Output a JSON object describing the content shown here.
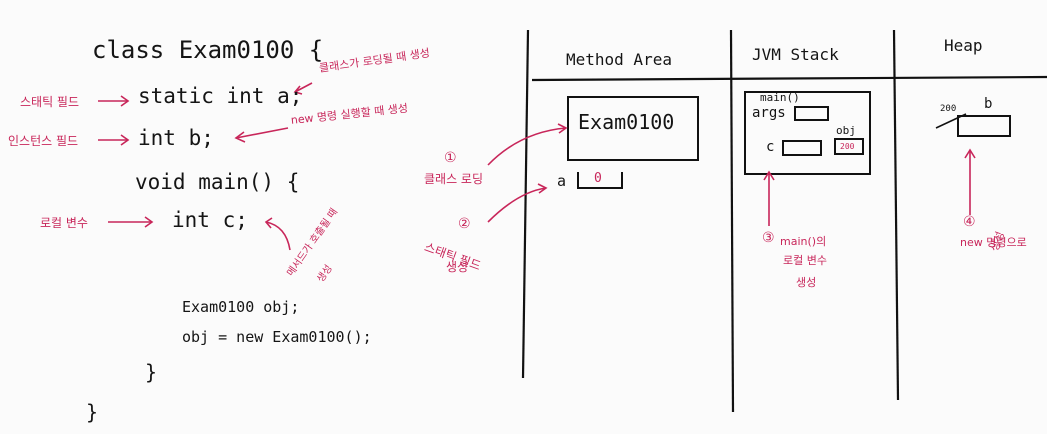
{
  "code": {
    "class_line": "class Exam0100 {",
    "static_field": "static int a;",
    "instance_field": "int b;",
    "main_decl": "void main() {",
    "local_var": "int c;",
    "obj_decl": "Exam0100 obj;",
    "obj_assign": "obj = new Exam0100();",
    "close_method": "}",
    "close_class": "}"
  },
  "code_annotations": {
    "static_field_label": "스태틱 필드",
    "instance_field_label": "인스턴스 필드",
    "local_var_label": "로컬 변수",
    "static_note": "클래스가 로딩될 때 생성",
    "instance_note": "new 명령 실행할 때 생성",
    "local_note_1": "메서드가 호출될 때",
    "local_note_2": "생성"
  },
  "memory": {
    "method_area_title": "Method Area",
    "jvm_stack_title": "JVM Stack",
    "heap_title": "Heap",
    "class_box_label": "Exam0100",
    "static_var_name": "a",
    "static_var_value": "0",
    "frame_label": "main()",
    "args_label": "args",
    "c_label": "c",
    "obj_label": "obj",
    "obj_value": "200",
    "heap_address": "200",
    "heap_field": "b"
  },
  "steps": {
    "step1_num": "①",
    "step1_text": "클래스 로딩",
    "step2_num": "②",
    "step2_text_1": "스태틱 필드",
    "step2_text_2": "생성",
    "step3_num": "③",
    "step3_text_1": "main()의",
    "step3_text_2": "로컬 변수",
    "step3_text_3": "생성",
    "step4_num": "④",
    "step4_text_1": "new 명령으로",
    "step4_text_2": "생성"
  }
}
